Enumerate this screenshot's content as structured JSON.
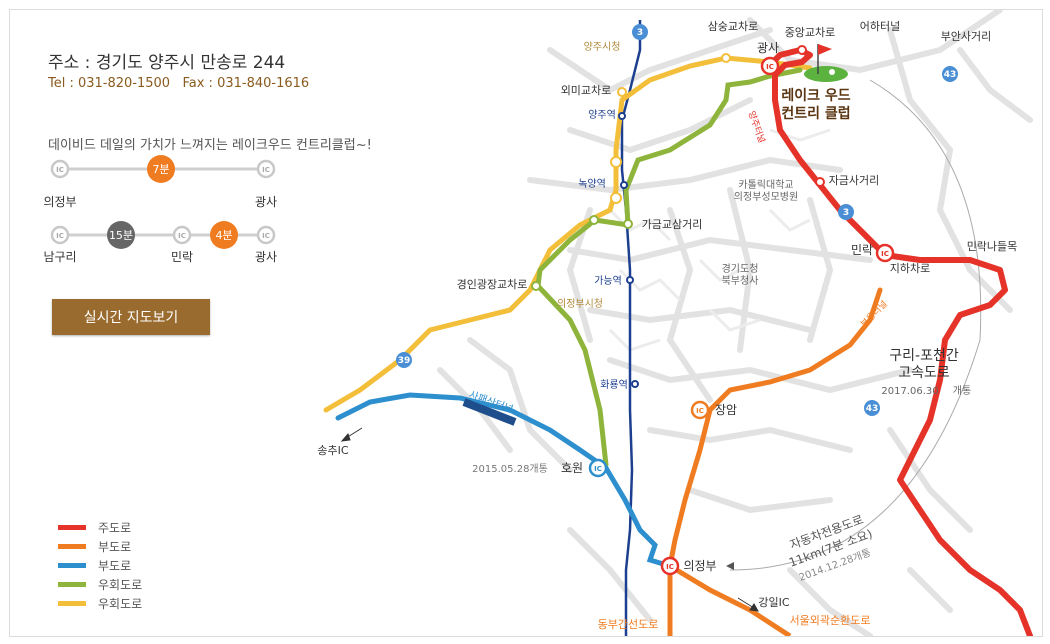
{
  "info": {
    "address": "주소 : 경기도 양주시 만송로 244",
    "tel": "Tel : 031-820-1500",
    "fax": "Fax : 031-840-1616",
    "slogan": "데이비드 데일의 가치가 느껴지는 레이크우드 컨트리클럽~!"
  },
  "routes": {
    "ic_icon_text": "IC",
    "route1": {
      "from": "의정부",
      "time": "7분",
      "to": "광사"
    },
    "route2": {
      "from": "남구리",
      "time1": "15분",
      "mid": "민락",
      "time2": "4분",
      "to": "광사"
    }
  },
  "button": {
    "label": "실시간 지도보기"
  },
  "legend": [
    {
      "label": "주도로",
      "color": "#e5332a"
    },
    {
      "label": "부도로",
      "color": "#f07c22"
    },
    {
      "label": "부도로",
      "color": "#2e8fce"
    },
    {
      "label": "우회도로",
      "color": "#8eb43c"
    },
    {
      "label": "우회도로",
      "color": "#f3bf3a"
    }
  ],
  "map": {
    "club_name_line1": "레이크 우드",
    "club_name_line2": "컨트리 클럽",
    "road_numbers": [
      "3",
      "3",
      "43",
      "43",
      "39"
    ],
    "labels": {
      "samsung": "삼숭교차로",
      "jungang": "중앙교차로",
      "eohaneol": "어하터널",
      "buansa": "부안사거리",
      "gwangsa": "광사",
      "yangju_city": "양주시청",
      "oemi": "외미교차로",
      "yangju_station": "양주역",
      "nokyang": "녹양역",
      "gageum": "가금교삼거리",
      "catholic1": "카톨릭대학교",
      "catholic2": "의정부성모병원",
      "jageum": "자금사거리",
      "minrak": "민락",
      "jihacharo": "지하차로",
      "minrak_nadeul": "민락나들목",
      "gyeongin": "경인광장교차로",
      "ganeung": "가능역",
      "uijeongbu_city": "의정부시청",
      "gyeonggi1": "경기도청",
      "gyeonggi2": "북부청사",
      "guri_pocheon1": "구리-포천간",
      "guri_pocheon2": "고속도로",
      "guri_date": "2017.06.30",
      "guri_open": "개통",
      "hwaryong": "화룡역",
      "sapae": "사패산터널",
      "jangam": "장암",
      "songchu": "송추IC",
      "date_2015": "2015.05.28개통",
      "howon": "호원",
      "car_only1": "자동차전용도로",
      "car_only2": "11km(7분 소요)",
      "car_only3": "2014.12.28개통",
      "uijeongbu": "의정부",
      "gangil": "강일IC",
      "dongbu": "동부간선도로",
      "seoul_ring": "서울외곽순환도로",
      "yangju_tunnel": "양주터널",
      "buyong_tunnel": "부용터널"
    }
  }
}
